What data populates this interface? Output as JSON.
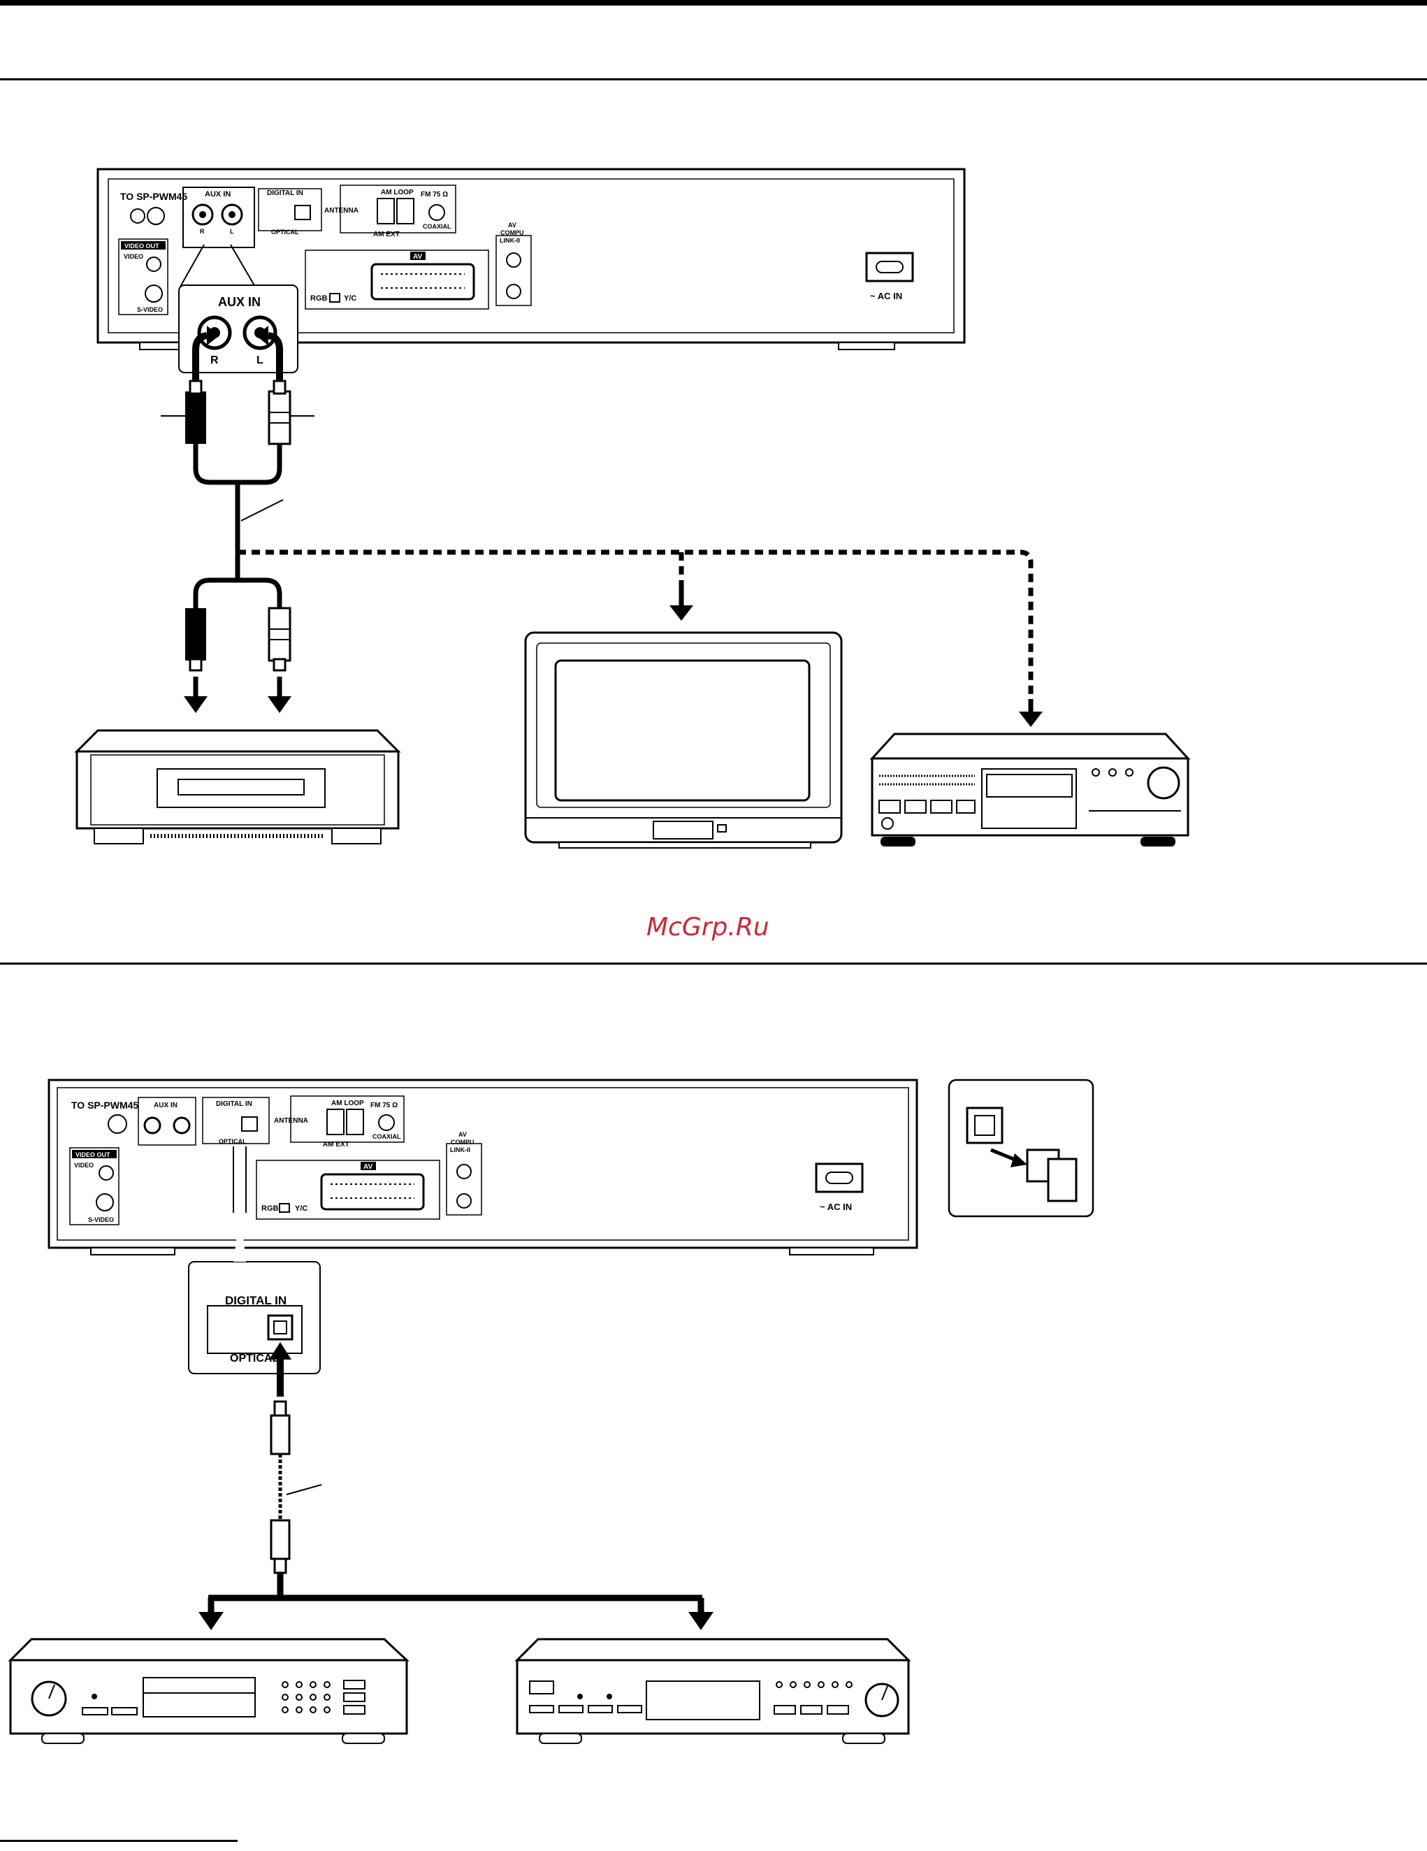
{
  "watermark": "McGrp.Ru",
  "unit_panel": {
    "to_sp": "TO SP-PWM45",
    "aux_in": "AUX IN",
    "aux_r": "R",
    "aux_l": "L",
    "digital_in": "DIGITAL  IN",
    "optical": "OPTICAL",
    "antenna": "ANTENNA",
    "am_loop": "AM LOOP",
    "fm": "FM  75 Ω",
    "coaxial": "COAXIAL",
    "am_ext": "AM EXT",
    "av": "AV",
    "rgb": "RGB",
    "yc": "Y/C",
    "av_compu": "AV",
    "compu": "COMPU",
    "link": "LINK-II",
    "video_out": "VIDEO OUT",
    "video": "VIDEO",
    "s_video": "S-VIDEO",
    "ac_in": "~  AC IN"
  },
  "callout_aux": {
    "title": "AUX IN",
    "r": "R",
    "l": "L"
  },
  "callout_digital": {
    "title": "DIGITAL  IN",
    "optical": "OPTICAL"
  }
}
